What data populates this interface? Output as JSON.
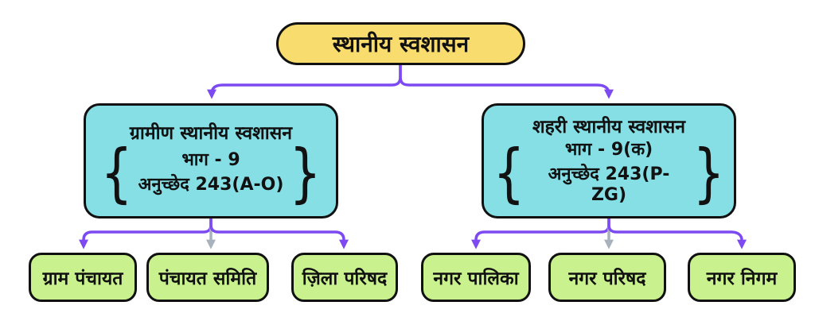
{
  "root": {
    "label": "स्थानीय स्वशासन"
  },
  "branches": [
    {
      "heading": "ग्रामीण स्थानीय स्वशासन",
      "detail_lines": [
        "भाग - 9",
        "अनुच्छेद 243(A-O)"
      ],
      "children": [
        "ग्राम पंचायत",
        "पंचायत समिति",
        "ज़िला परिषद"
      ]
    },
    {
      "heading": "शहरी स्थानीय स्वशासन",
      "detail_lines": [
        "भाग - 9(क)",
        "अनुच्छेद 243(P-ZG)"
      ],
      "children": [
        "नगर पालिका",
        "नगर परिषद",
        "नगर निगम"
      ]
    }
  ],
  "glyphs": {
    "brace_open": "{",
    "brace_close": "}"
  },
  "colors": {
    "root_fill": "#F8DC6E",
    "branch_fill": "#85DFE5",
    "leaf_fill": "#C9F28F",
    "border": "#111111",
    "connector_purple": "#7C4AF0",
    "connector_gray": "#A8B2BD"
  }
}
